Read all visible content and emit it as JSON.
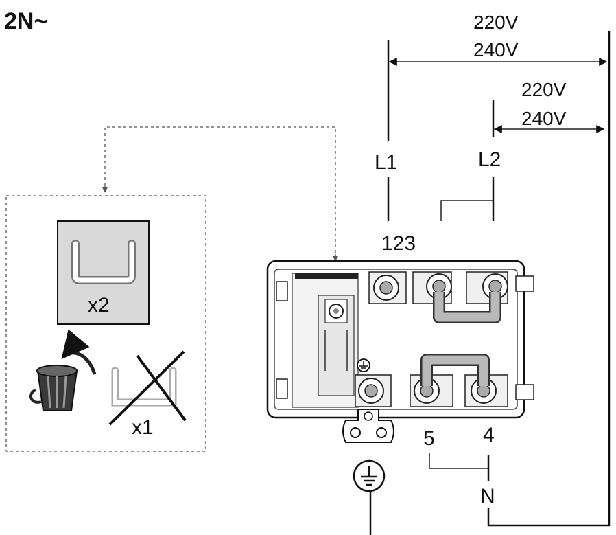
{
  "title": "2N~",
  "voltage_l1": {
    "line1": "220V",
    "line2": "240V"
  },
  "voltage_l2": {
    "line1": "220V",
    "line2": "240V"
  },
  "phase_labels": {
    "l1": "L1",
    "l2": "L2",
    "neutral": "N"
  },
  "terminal_labels": {
    "group_123": "123",
    "t5": "5",
    "t4": "4"
  },
  "bridges_box": {
    "use_count": "x2",
    "discard_count": "x1"
  },
  "colors": {
    "line": "#111111",
    "bridge_fill": "#b9b9b9",
    "panel": "#d9d9d9"
  },
  "icons": [
    "ground-icon",
    "trash-bin-icon",
    "bridge-link-icon",
    "cross-out-icon"
  ]
}
